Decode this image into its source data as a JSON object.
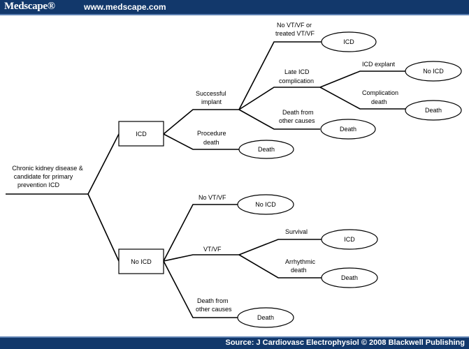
{
  "header": {
    "brand": "Medscape®",
    "url": "www.medscape.com"
  },
  "footer": {
    "source": "Source: J Cardiovasc Electrophysiol © 2008 Blackwell Publishing"
  },
  "diagram": {
    "root": [
      "Chronic kidney disease &",
      "candidate for primary",
      "prevention ICD"
    ],
    "nodes": {
      "icd": "ICD",
      "no_icd": "No ICD",
      "outcome_icd_1": "ICD",
      "outcome_no_icd_1": "No ICD",
      "outcome_death_1": "Death",
      "outcome_death_2": "Death",
      "outcome_death_3": "Death",
      "outcome_no_icd_2": "No ICD",
      "outcome_icd_2": "ICD",
      "outcome_death_4": "Death",
      "outcome_death_5": "Death"
    },
    "labels": {
      "no_vtvf_or_treated": [
        "No VT/VF or",
        "treated VT/VF"
      ],
      "late_icd_complication": [
        "Late ICD",
        "complication"
      ],
      "icd_explant": "ICD explant",
      "complication_death": [
        "Complication",
        "death"
      ],
      "successful_implant": [
        "Successful",
        "implant"
      ],
      "death_other_causes_1": [
        "Death from",
        "other causes"
      ],
      "procedure_death": [
        "Procedure",
        "death"
      ],
      "no_vtvf": "No VT/VF",
      "survival": "Survival",
      "vtvf": "VT/VF",
      "arrhythmic_death": [
        "Arrhythmic",
        "death"
      ],
      "death_other_causes_2": [
        "Death from",
        "other causes"
      ]
    }
  }
}
